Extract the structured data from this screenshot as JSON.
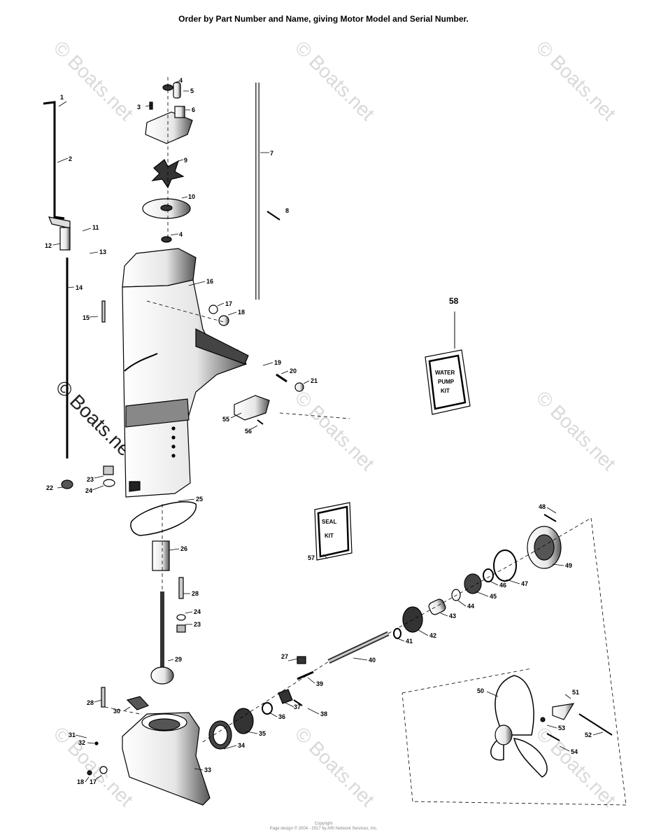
{
  "header": {
    "instruction": "Order by Part Number and Name, giving Motor Model and Serial Number."
  },
  "watermark": {
    "text": "© Boats.net"
  },
  "kits": {
    "water_pump": {
      "line1": "WATER",
      "line2": "PUMP",
      "line3": "KIT"
    },
    "seal": {
      "line1": "SEAL",
      "line2": "KIT"
    }
  },
  "parts": {
    "p1": "1",
    "p2": "2",
    "p3": "3",
    "p4a": "4",
    "p4b": "4",
    "p5": "5",
    "p6": "6",
    "p7": "7",
    "p8": "8",
    "p9": "9",
    "p10": "10",
    "p11": "11",
    "p12": "12",
    "p13": "13",
    "p14": "14",
    "p15": "15",
    "p16": "16",
    "p17a": "17",
    "p17b": "17",
    "p18a": "18",
    "p18b": "18",
    "p19": "19",
    "p20": "20",
    "p21": "21",
    "p22": "22",
    "p23a": "23",
    "p23b": "23",
    "p24a": "24",
    "p24b": "24",
    "p25": "25",
    "p26": "26",
    "p27": "27",
    "p28a": "28",
    "p28b": "28",
    "p29": "29",
    "p30": "30",
    "p31": "31",
    "p32": "32",
    "p33": "33",
    "p34": "34",
    "p35": "35",
    "p36": "36",
    "p37": "37",
    "p38": "38",
    "p39": "39",
    "p40": "40",
    "p41": "41",
    "p42": "42",
    "p43": "43",
    "p44": "44",
    "p45": "45",
    "p46": "46",
    "p47": "47",
    "p48": "48",
    "p49": "49",
    "p50": "50",
    "p51": "51",
    "p52": "52",
    "p53": "53",
    "p54": "54",
    "p55": "55",
    "p56": "56",
    "p57": "57",
    "p58": "58"
  },
  "footer": {
    "line1": "Copyright",
    "line2": "Page design © 2004 - 2017 by ARI Network Services, Inc."
  }
}
